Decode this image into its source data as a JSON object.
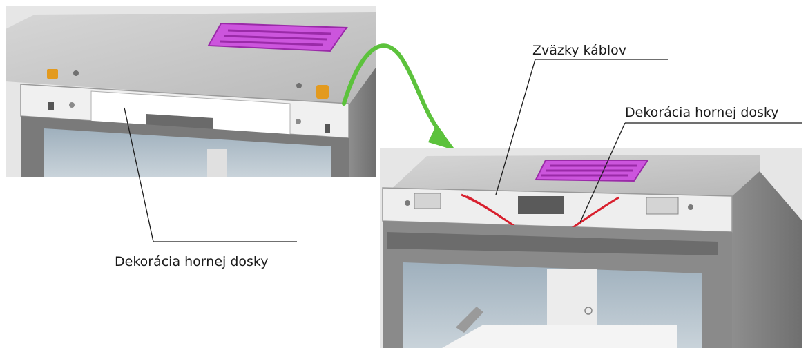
{
  "labels": {
    "cable_ties": "Zväzky káblov",
    "top_board_decoration_right": "Dekorácia hornej dosky",
    "top_board_decoration_left": "Dekorácia hornej dosky"
  },
  "colors": {
    "arrow": "#5cc23c",
    "cable": "#d8202e",
    "vent": "#cc55dd",
    "panel": "#c4c4c4"
  }
}
